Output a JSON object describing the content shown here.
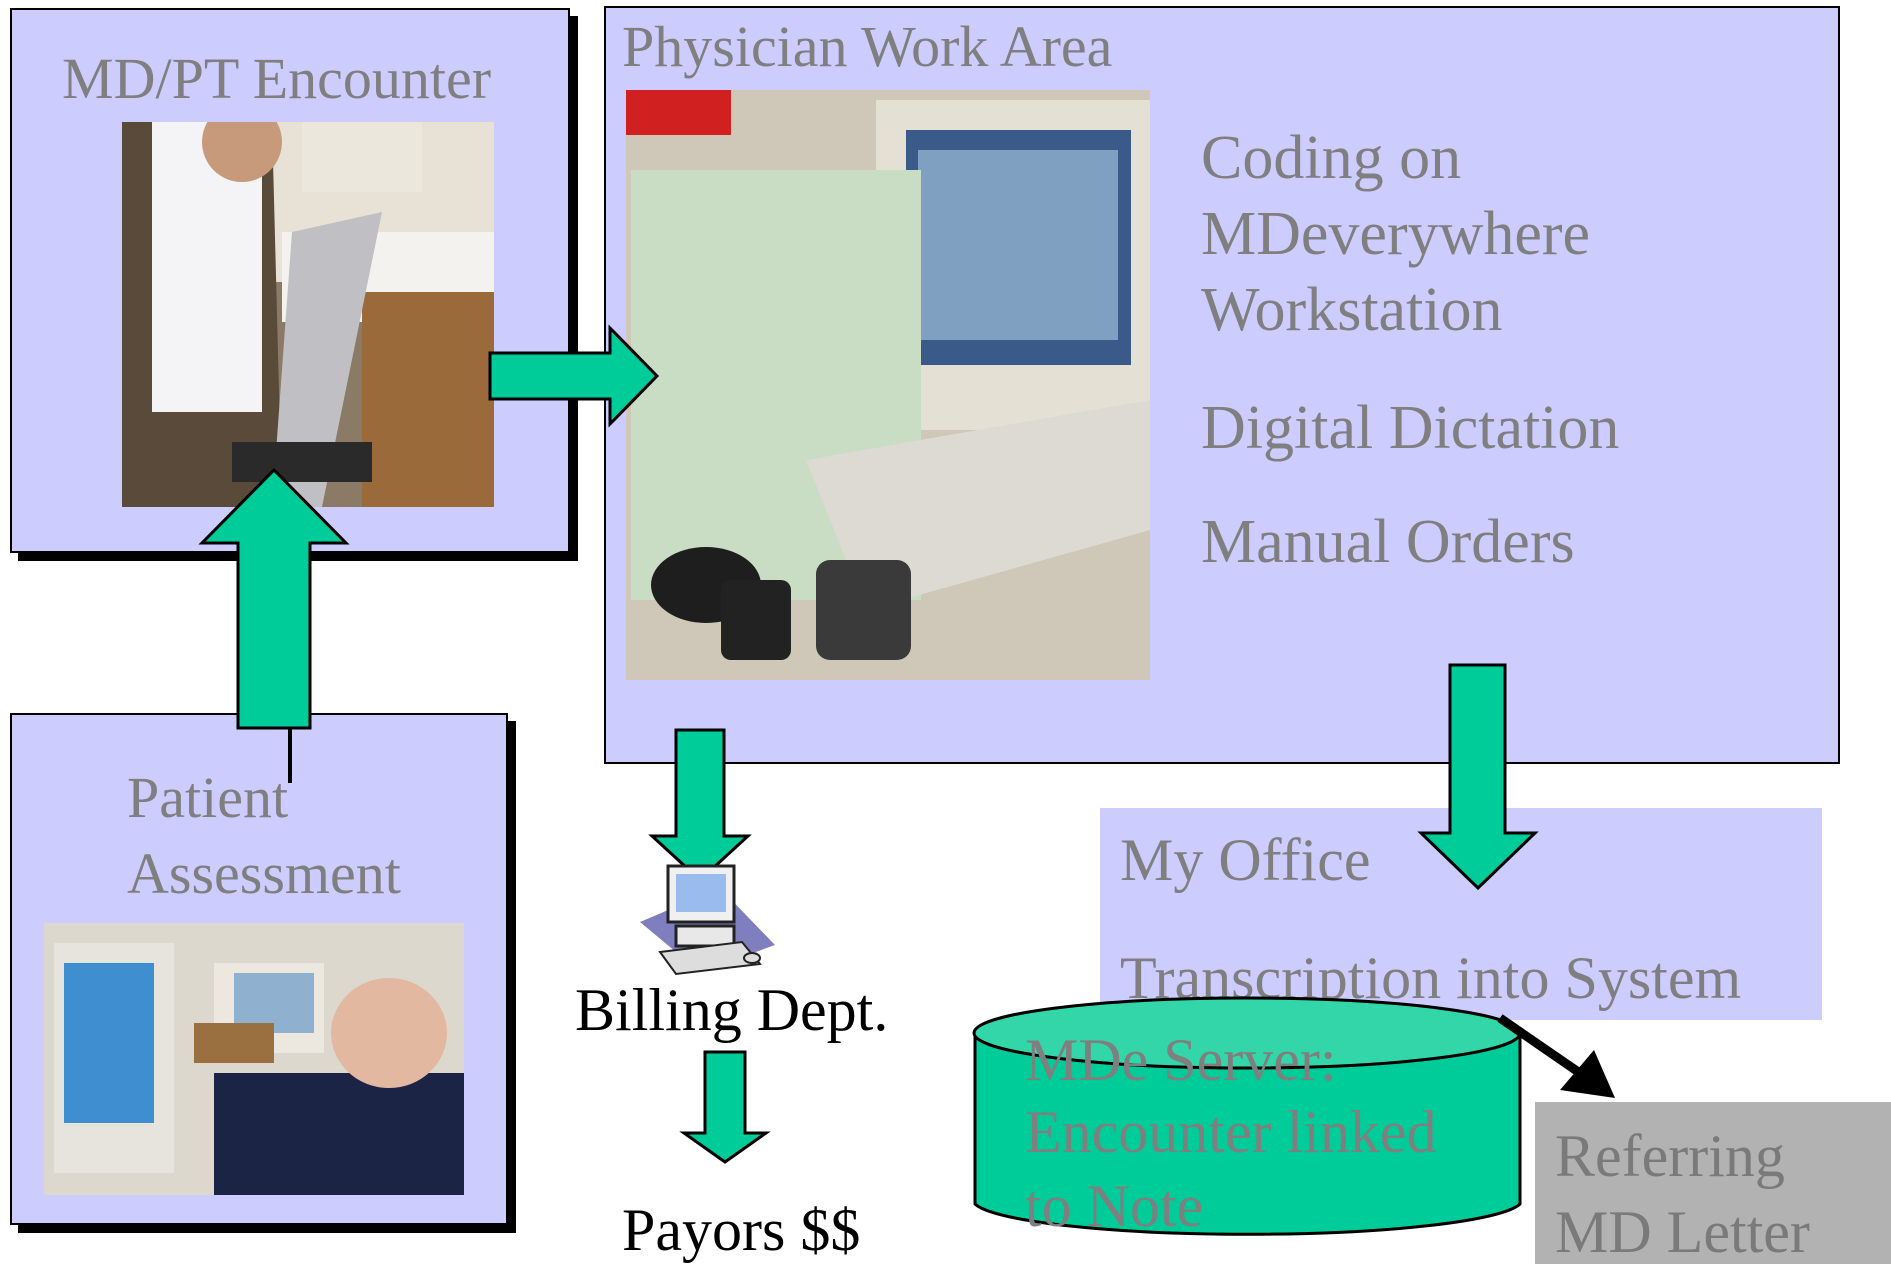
{
  "encounter": {
    "title": "MD/PT Encounter"
  },
  "work_area": {
    "title": "Physician Work Area",
    "items": [
      "Coding on MDeverywhere Workstation",
      "Digital Dictation",
      "Manual Orders"
    ],
    "item1_lines": [
      "Coding on",
      "MDeverywhere",
      "Workstation"
    ]
  },
  "assessment": {
    "line1": "Patient",
    "line2": "Assessment"
  },
  "billing": {
    "label": "Billing Dept."
  },
  "payors": {
    "label": "Payors $$"
  },
  "office": {
    "line1": "My Office",
    "line2": "Transcription into System"
  },
  "server": {
    "line1": "MDe Server:",
    "line2": "Encounter linked",
    "line3": "to Note"
  },
  "referring": {
    "line1": "Referring",
    "line2": "MD Letter"
  },
  "colors": {
    "box_fill": "#ccccff",
    "arrow_fill": "#00cc99",
    "text_gray": "#7f7f7f",
    "referring_fill": "#b2b2b2"
  }
}
